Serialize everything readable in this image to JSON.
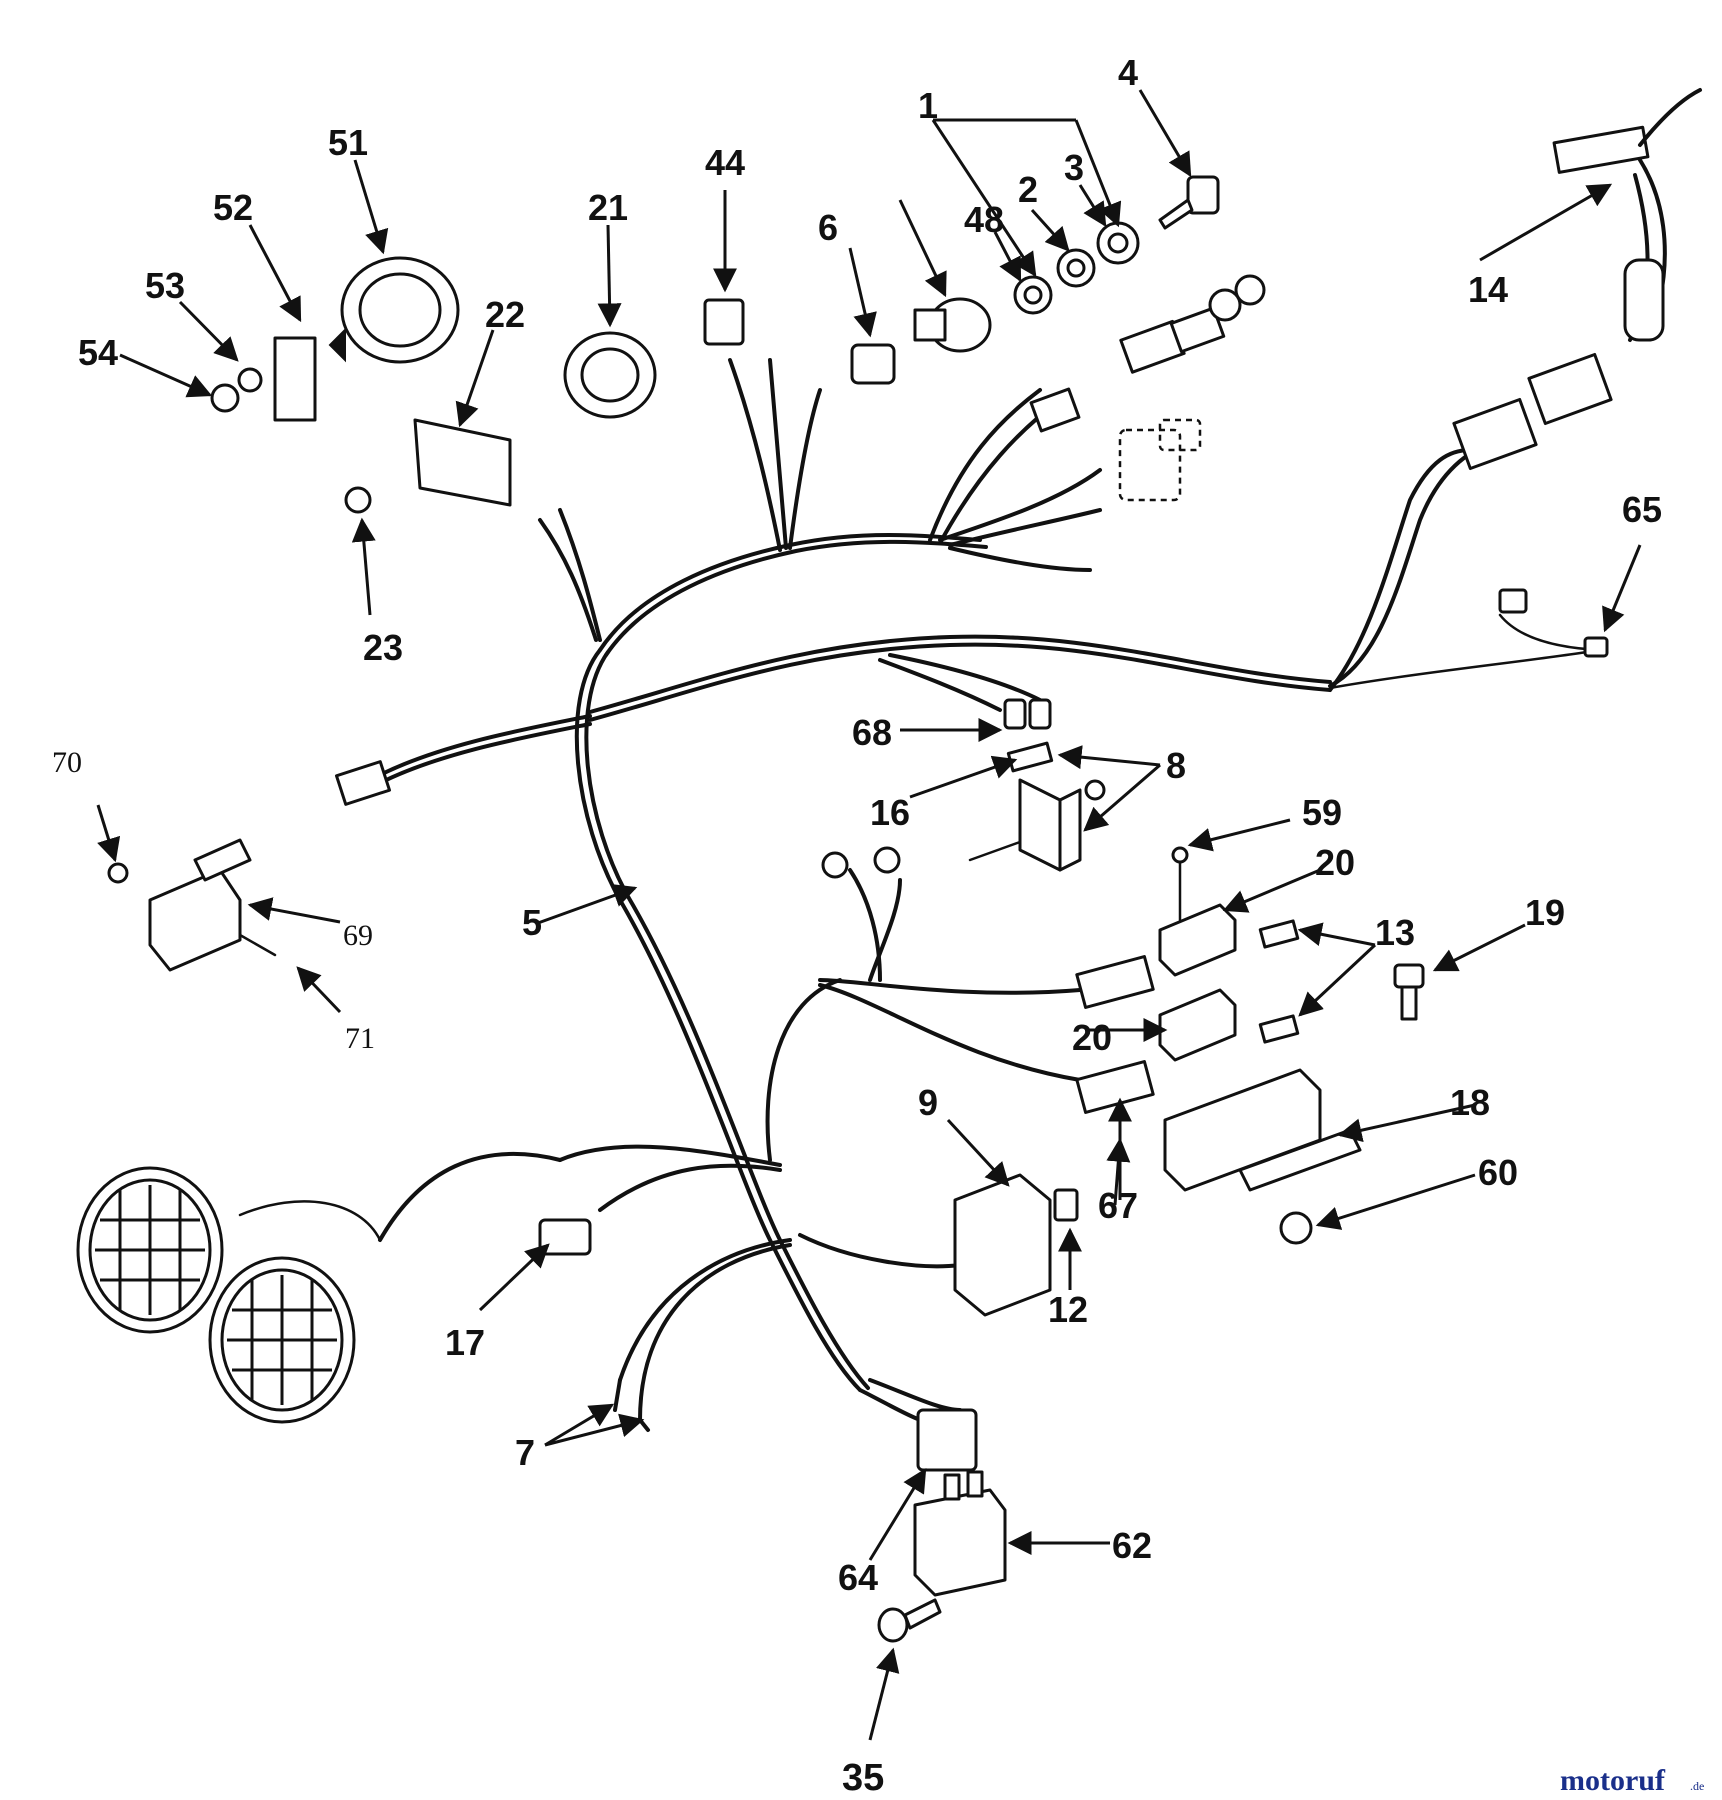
{
  "diagram": {
    "callouts": [
      {
        "id": "1",
        "label": "1"
      },
      {
        "id": "2",
        "label": "2"
      },
      {
        "id": "3",
        "label": "3"
      },
      {
        "id": "4",
        "label": "4"
      },
      {
        "id": "5",
        "label": "5"
      },
      {
        "id": "6",
        "label": "6"
      },
      {
        "id": "7",
        "label": "7"
      },
      {
        "id": "8",
        "label": "8"
      },
      {
        "id": "9",
        "label": "9"
      },
      {
        "id": "12",
        "label": "12"
      },
      {
        "id": "13",
        "label": "13"
      },
      {
        "id": "14",
        "label": "14"
      },
      {
        "id": "16",
        "label": "16"
      },
      {
        "id": "17",
        "label": "17"
      },
      {
        "id": "18",
        "label": "18"
      },
      {
        "id": "19",
        "label": "19"
      },
      {
        "id": "20a",
        "label": "20"
      },
      {
        "id": "20b",
        "label": "20"
      },
      {
        "id": "21",
        "label": "21"
      },
      {
        "id": "22",
        "label": "22"
      },
      {
        "id": "23",
        "label": "23"
      },
      {
        "id": "35",
        "label": "35"
      },
      {
        "id": "44",
        "label": "44"
      },
      {
        "id": "48",
        "label": "48"
      },
      {
        "id": "51",
        "label": "51"
      },
      {
        "id": "52",
        "label": "52"
      },
      {
        "id": "53",
        "label": "53"
      },
      {
        "id": "54",
        "label": "54"
      },
      {
        "id": "59",
        "label": "59"
      },
      {
        "id": "60",
        "label": "60"
      },
      {
        "id": "62",
        "label": "62"
      },
      {
        "id": "64",
        "label": "64"
      },
      {
        "id": "65",
        "label": "65"
      },
      {
        "id": "67",
        "label": "67"
      },
      {
        "id": "68",
        "label": "68"
      },
      {
        "id": "69",
        "label": "69"
      },
      {
        "id": "70",
        "label": "70"
      },
      {
        "id": "71",
        "label": "71"
      }
    ]
  },
  "watermark": {
    "text": "motoruf",
    "tld": ".de"
  }
}
